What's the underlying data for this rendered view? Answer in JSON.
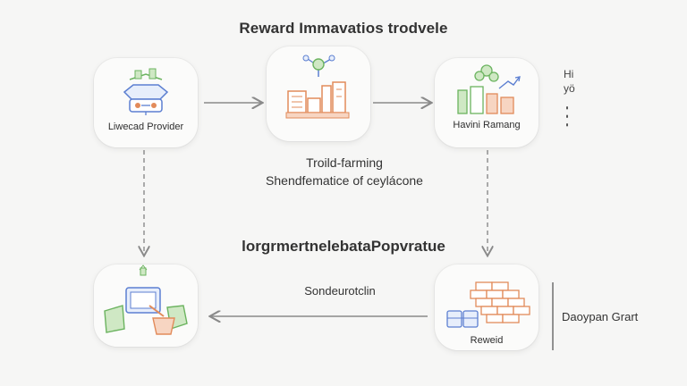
{
  "title": "Reward Immavatios trodvele",
  "nodes": {
    "provider": {
      "label": "Liwecad Provider",
      "icon": "liquidity-provider-icon"
    },
    "pool": {
      "label": "",
      "icon": "factory-pool-icon"
    },
    "harvest": {
      "label": "Havini Ramang",
      "icon": "harvest-chart-icon"
    },
    "tools": {
      "label": "",
      "icon": "workstation-icon"
    },
    "reward": {
      "label": "Reweid",
      "icon": "reward-stack-icon"
    }
  },
  "middle": {
    "line1": "Troild-farming",
    "line2": "Shendfematice of ceylácone"
  },
  "subtitle": "lorgrmertnelebataPopvratue",
  "flow_label": "Sondeurotclin",
  "side_legend": [
    "Hi",
    "yö"
  ],
  "side_bracket_label": "Daoypan Grart",
  "colors": {
    "orange": "#e28b5a",
    "green": "#6bb35f",
    "blue": "#5c7fd1",
    "line": "#8a8a8a"
  }
}
